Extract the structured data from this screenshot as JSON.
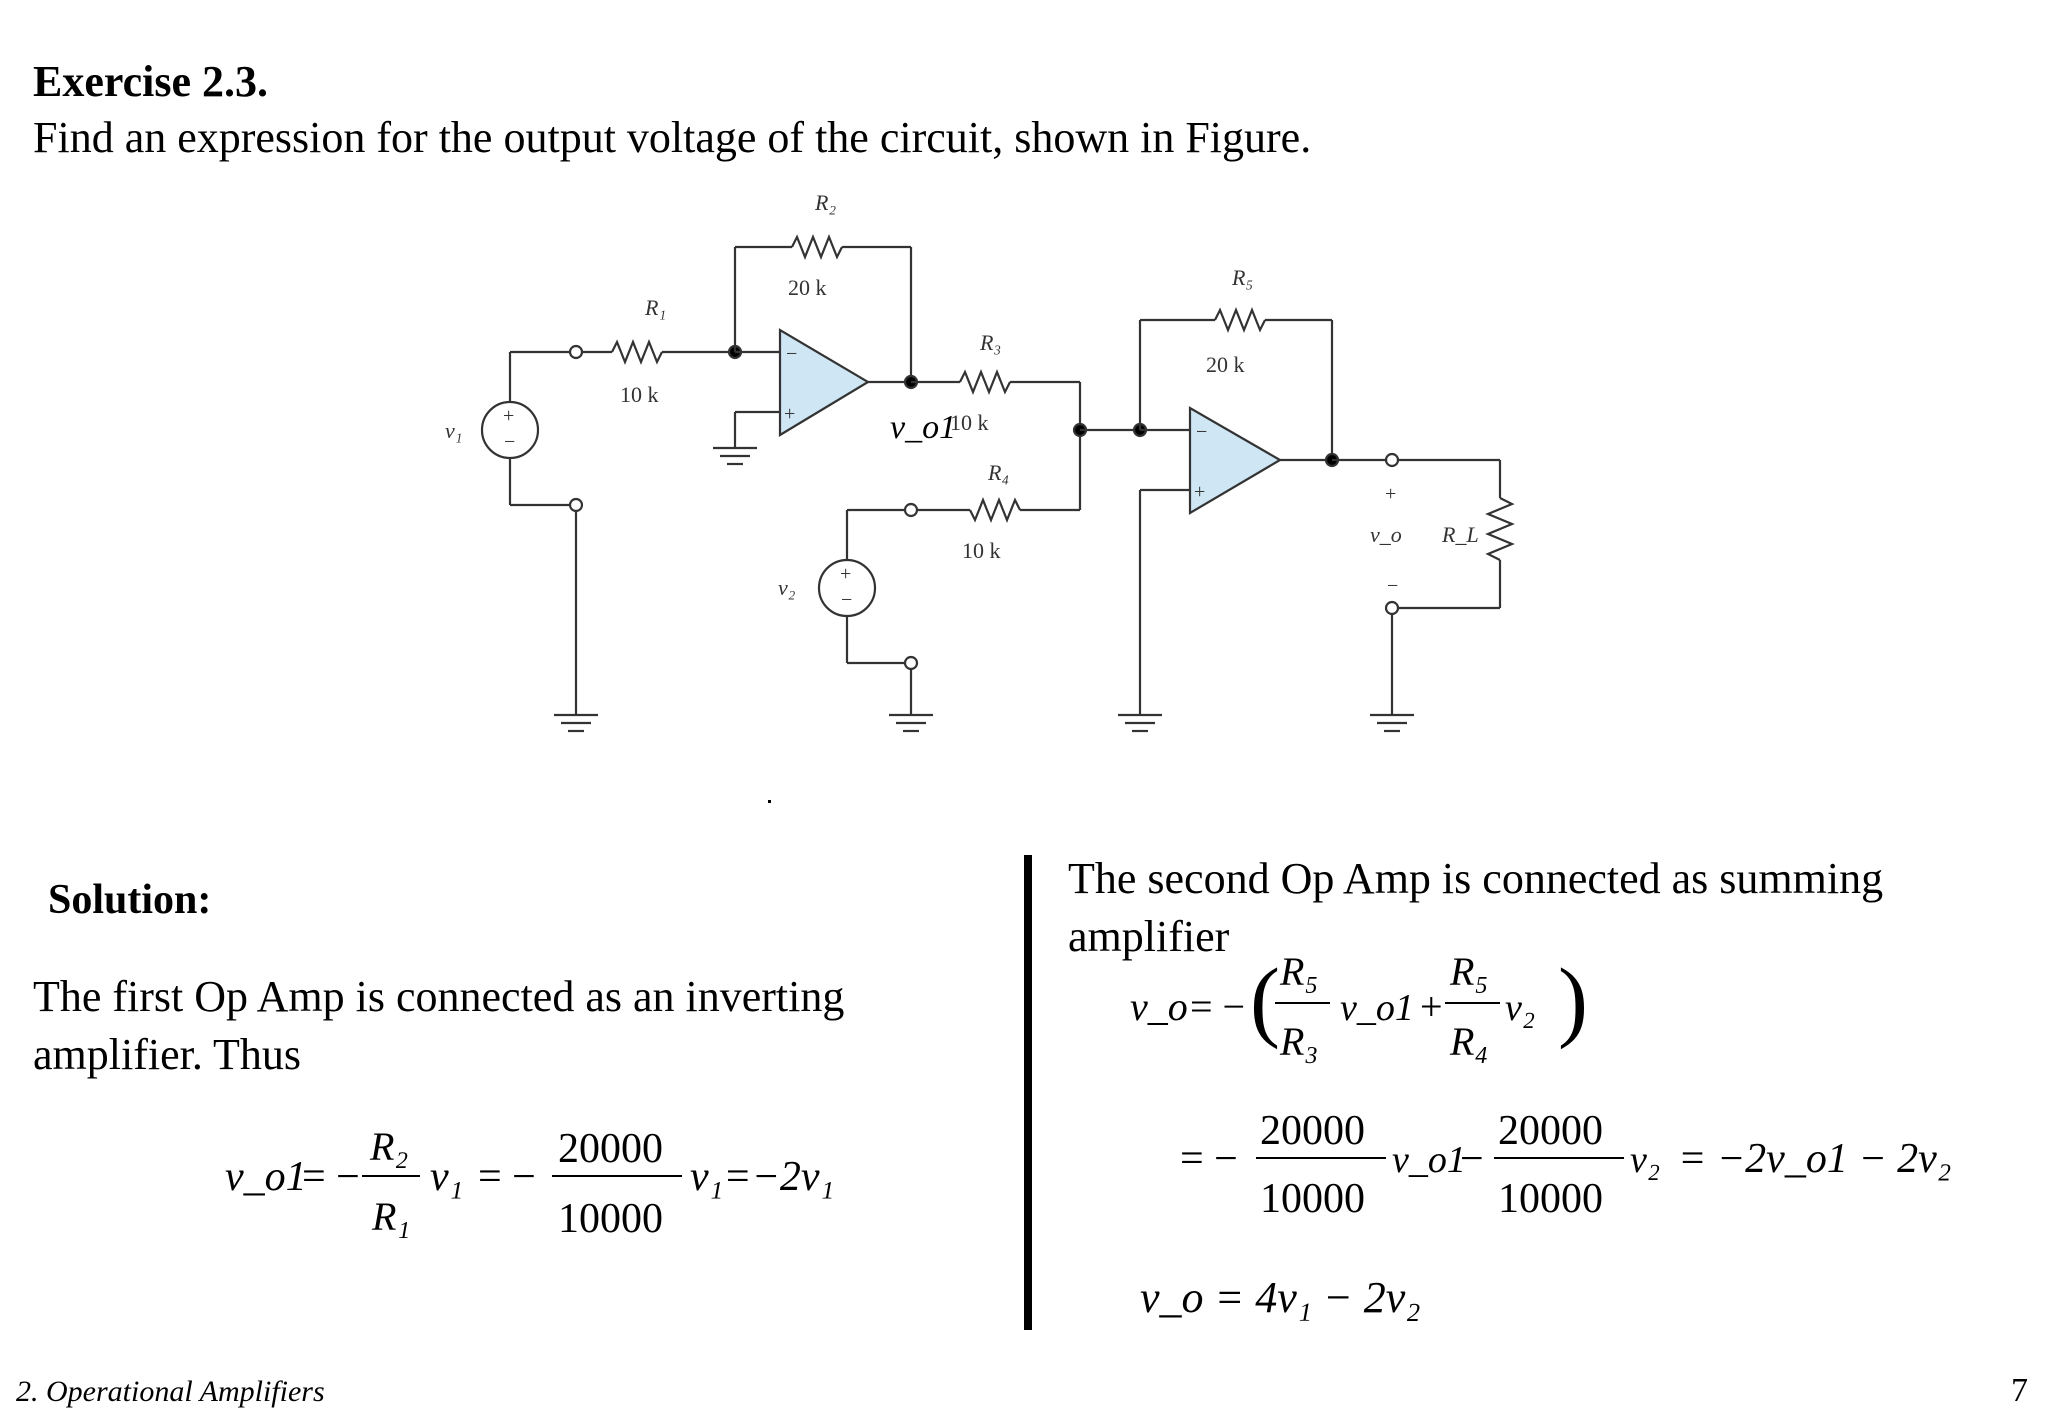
{
  "exercise_title": "Exercise 2.3.",
  "problem_text": "Find an expression for the output voltage of the circuit, shown in Figure.",
  "circuit": {
    "r1_label": "R₁",
    "r1_value": "10 k",
    "r2_label": "R₂",
    "r2_value": "20 k",
    "r3_label": "R₃",
    "r3_value": "10 k",
    "r4_label": "R₄",
    "r4_value": "10 k",
    "r5_label": "R₅",
    "r5_value": "20 k",
    "rl_label": "R_L",
    "v1_label": "v₁",
    "v2_label": "v₂",
    "vo1_label": "v_o1",
    "vo_label": "v_o",
    "opamp_fill": "#cfe6f5"
  },
  "solution_heading": "Solution:",
  "first_paragraph": "The first Op Amp is connected as an inverting amplifier. Thus",
  "second_paragraph": "The second Op Amp is connected as summing amplifier",
  "eq1": {
    "lhs": "v_o1",
    "frac1_num": "R₂",
    "frac1_den": "R₁",
    "frac2_num": "20000",
    "frac2_den": "10000",
    "result": "v₁=−2v₁"
  },
  "eq2": {
    "lhs": "v_o",
    "term1_num": "R₅",
    "term1_den": "R₃",
    "term1_var": "v_o1",
    "term2_num": "R₅",
    "term2_den": "R₄",
    "term2_var": "v₂"
  },
  "eq3": {
    "frac1_num": "20000",
    "frac1_den": "10000",
    "var1": "v_o1",
    "frac2_num": "20000",
    "frac2_den": "10000",
    "var2": "v₂",
    "result": "= −2v_o1 − 2v₂"
  },
  "eq4": "v_o = 4v₁ − 2v₂",
  "footer_text": "2. Operational Amplifiers",
  "page_number": "7"
}
